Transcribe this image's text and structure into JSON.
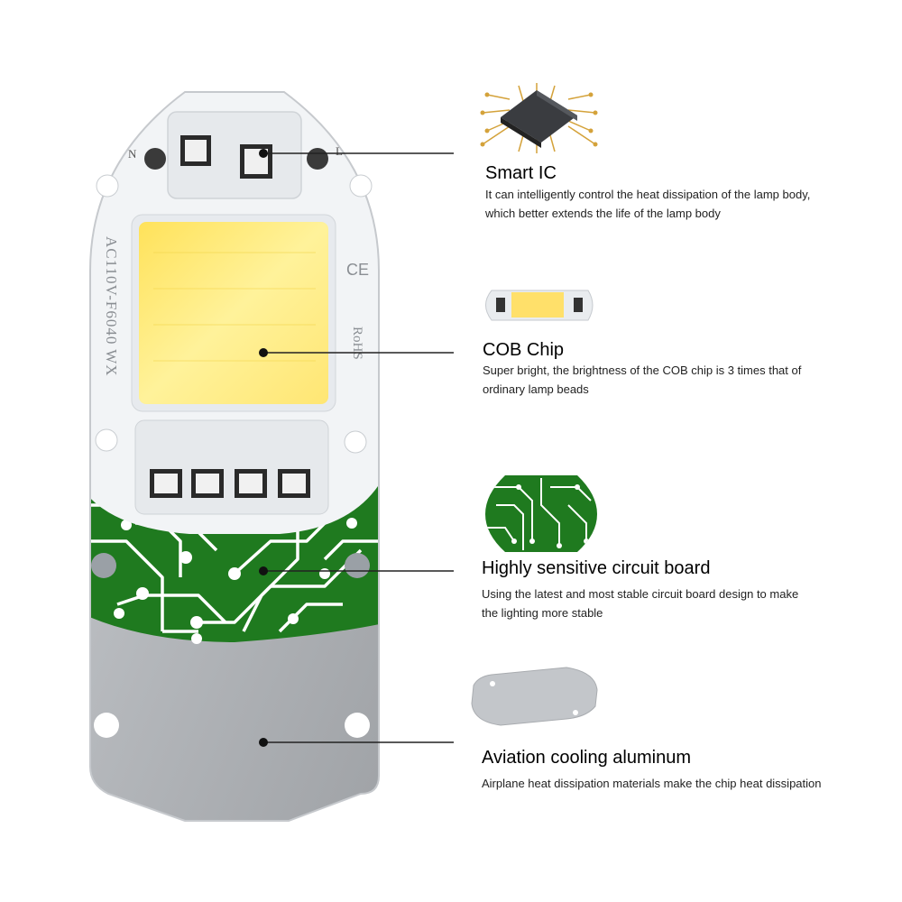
{
  "board": {
    "markings": {
      "model": "AC110V-F6040 WX",
      "left_pin": "N",
      "right_pin": "L",
      "ce": "CE",
      "rohs": "RoHS"
    }
  },
  "features": [
    {
      "icon": "ic-chip-icon",
      "title": "Smart IC",
      "desc_line1": "It can intelligently control the heat dissipation of the lamp body,",
      "desc_line2": "which better extends the life of the lamp body"
    },
    {
      "icon": "cob-chip-icon",
      "title": "COB Chip",
      "desc_line1": "Super bright, the brightness of the COB chip is 3 times that of",
      "desc_line2": "ordinary lamp beads"
    },
    {
      "icon": "circuit-board-icon",
      "title": "Highly sensitive circuit board",
      "desc_line1": "Using the latest and most stable circuit board design to make",
      "desc_line2": "the lighting more stable"
    },
    {
      "icon": "aluminum-plate-icon",
      "title": "Aviation cooling aluminum",
      "desc_line1": "Airplane heat dissipation materials make the chip heat dissipation",
      "desc_line2": ""
    }
  ],
  "colors": {
    "pcb_green": "#1f7a1f",
    "led_yellow": "#ffe873",
    "aluminum": "#b9bcc0",
    "mask_white": "#f2f4f6"
  }
}
